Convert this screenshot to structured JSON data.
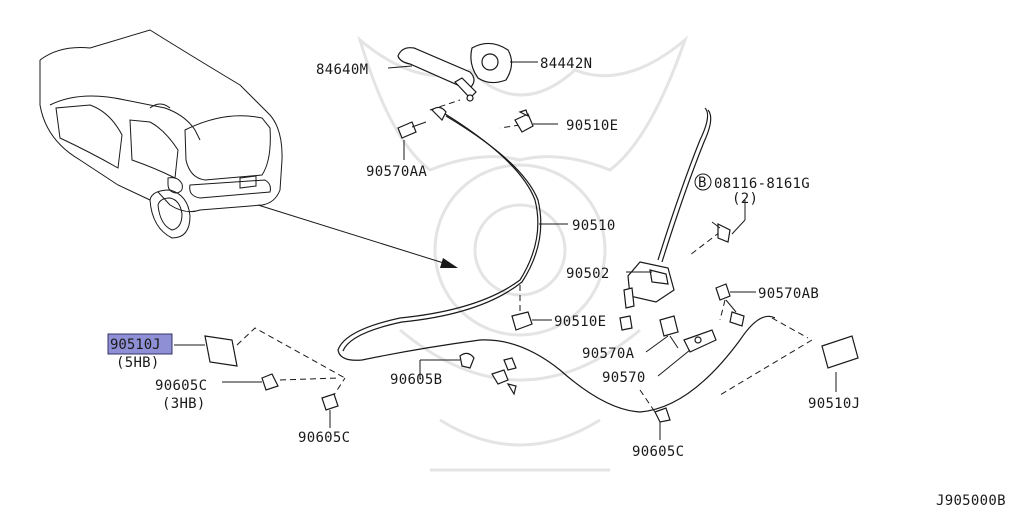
{
  "diagram_code": "J905000B",
  "highlight_color": "#8f8fd6",
  "callouts": {
    "p84640M": "84640M",
    "p84442N": "84442N",
    "p90510E_top": "90510E",
    "p90570AA": "90570AA",
    "p08116": "08116-8161G",
    "p08116_qty": "(2)",
    "p08116_bolt_symbol": "B",
    "p90510": "90510",
    "p90502": "90502",
    "p90570AB": "90570AB",
    "p90510E_mid": "90510E",
    "p90510J_left": "90510J",
    "p90510J_left_note": "(5HB)",
    "p90605C_left": "90605C",
    "p90605C_left_note": "(3HB)",
    "p90605B": "90605B",
    "p90570A": "90570A",
    "p90570": "90570",
    "p90510J_right": "90510J",
    "p90605C_bottom": "90605C",
    "p90605C_right": "90605C"
  }
}
